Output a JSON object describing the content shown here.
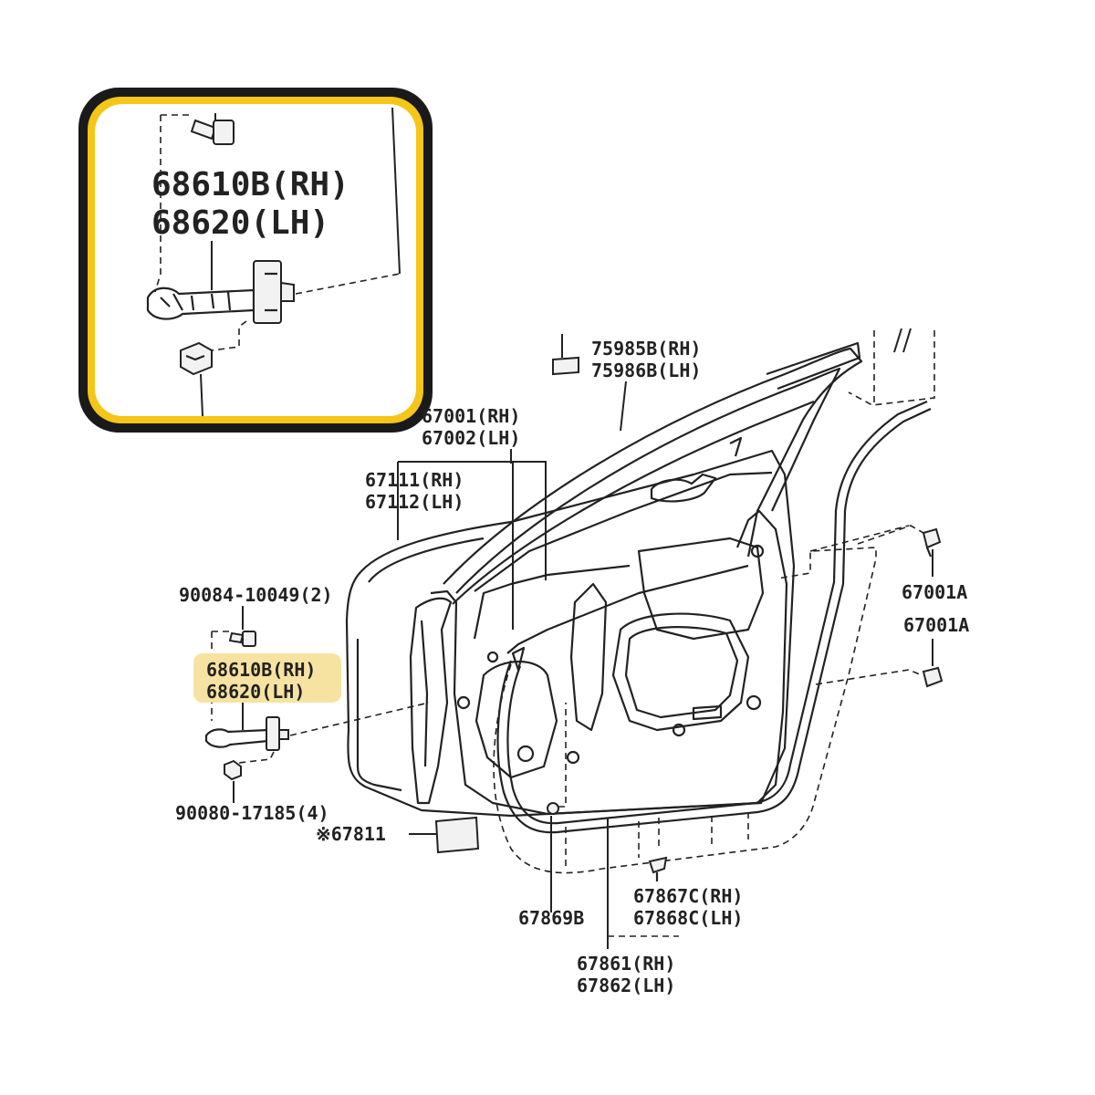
{
  "inset": {
    "frame_color": "#1a1a1a",
    "highlight_color": "#f5c518",
    "label_rh": "68610B(RH)",
    "label_lh": "68620(LH)"
  },
  "labels": {
    "window_frame_rh": "75985B(RH)",
    "window_frame_lh": "75986B(LH)",
    "door_panel_rh": "67001(RH)",
    "door_panel_lh": "67002(LH)",
    "outer_panel_rh": "67111(RH)",
    "outer_panel_lh": "67112(LH)",
    "bolt_upper": "90084-10049(2)",
    "check_rh": "68610B(RH)",
    "check_lh": "68620(LH)",
    "bolt_lower": "90080-17185(4)",
    "pad": "※67811",
    "clip_a1": "67001A",
    "clip_a2": "67001A",
    "plug": "67869B",
    "clip_c_rh": "67867C(RH)",
    "clip_c_lh": "67868C(LH)",
    "weatherstrip_rh": "67861(RH)",
    "weatherstrip_lh": "67862(LH)"
  },
  "highlight_color": "#f7e3a1"
}
